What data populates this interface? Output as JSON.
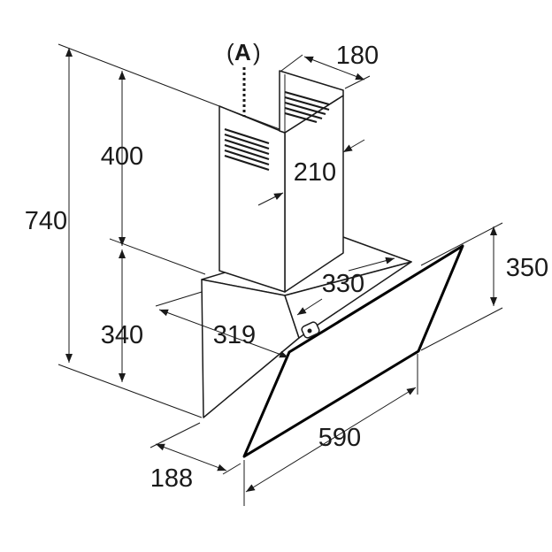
{
  "callout": {
    "open": "(",
    "letter": "A",
    "close": ")"
  },
  "dimensions": {
    "total_height": "740",
    "chimney_height": "400",
    "body_height": "340",
    "chimney_width": "180",
    "chimney_depth": "210",
    "hood_depth_top": "330",
    "canopy_depth": "319",
    "glass_height": "350",
    "glass_width": "590",
    "body_front_depth": "188"
  }
}
